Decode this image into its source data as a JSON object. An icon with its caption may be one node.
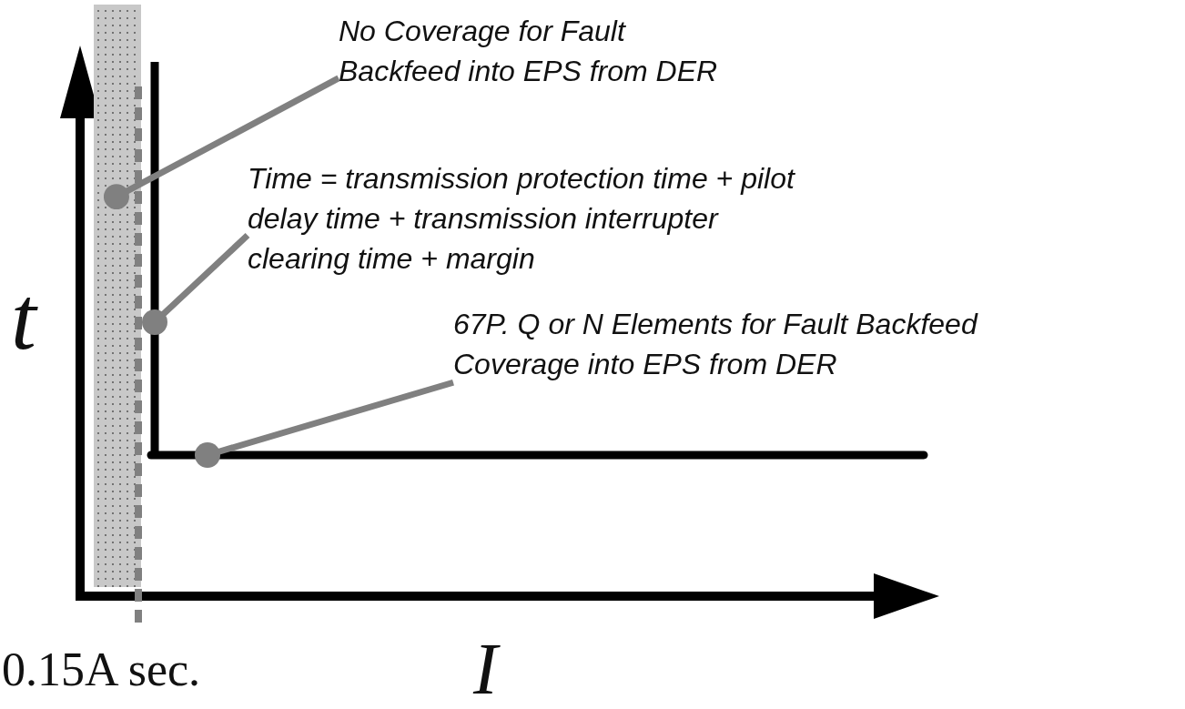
{
  "diagram": {
    "nodes": [
      {
        "text": [
          "No Coverage for Fault Backfeed into EPS from DER"
        ]
      },
      {
        "text": [
          "Time = transmission protection time + pilot delay time + transmission interrupter clearing time + margin"
        ]
      },
      {
        "text": [
          "67P. Q or N Elements for Fault Backfeed Coverage into EPS from DER"
        ]
      },
      {
        "text": [],
        "shape": "bar"
      },
      {
        "text": [],
        "shape": "line"
      },
      {
        "text": [],
        "shape": "line"
      }
    ],
    "edges": [
      {
        "from": 0,
        "to": 3,
        "arrow": "other"
      },
      {
        "from": 1,
        "to": 4,
        "arrow": "other"
      },
      {
        "from": 2,
        "to": 5,
        "arrow": "other"
      }
    ],
    "labels": [
      "t",
      "I",
      "0.15A sec."
    ]
  }
}
